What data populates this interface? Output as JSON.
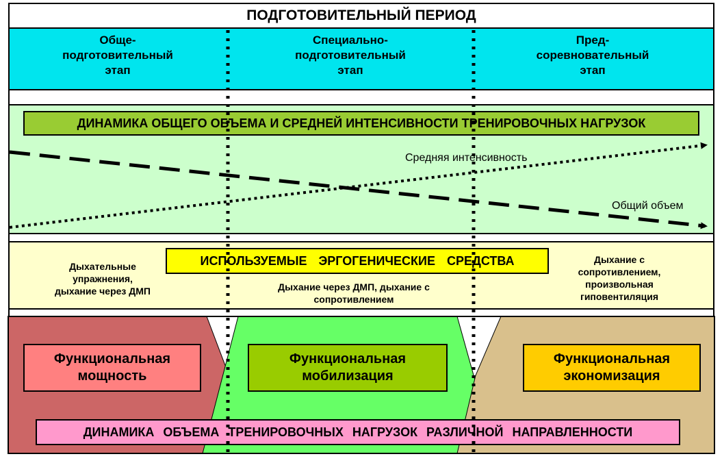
{
  "title": "ПОДГОТОВИТЕЛЬНЫЙ ПЕРИОД",
  "stages": [
    {
      "line1": "Обще-",
      "line2": "подготовительный",
      "line3": "этап"
    },
    {
      "line1": "Специально-",
      "line2": "подготовительный",
      "line3": "этап"
    },
    {
      "line1": "Пред-",
      "line2": "соревновательный",
      "line3": "этап"
    }
  ],
  "dynamics": {
    "banner": "ДИНАМИКА ОБЩЕГО ОБЪЕМА И СРЕДНЕЙ ИНТЕНСИВНОСТИ ТРЕНИРОВОЧНЫХ НАГРУЗОК",
    "intensity_label": "Средняя интенсивность",
    "volume_label": "Общий объем"
  },
  "ergogenic": {
    "banner": "ИСПОЛЬЗУЕМЫЕ ЭРГОГЕНИЧЕСКИЕ СРЕДСТВА",
    "left": {
      "line1": "Дыхательные",
      "line2": "упражнения,",
      "line3": "дыхание через ДМП"
    },
    "middle": {
      "line1": "Дыхание через ДМП, дыхание с",
      "line2": "сопротивлением"
    },
    "right": {
      "line1": "Дыхание с",
      "line2": "сопротивлением,",
      "line3": "произвольная",
      "line4": "гиповентиляция"
    }
  },
  "functions": [
    {
      "line1": "Функциональная",
      "line2": "мощность",
      "color": "#ff8080"
    },
    {
      "line1": "Функциональная",
      "line2": "мобилизация",
      "color": "#99cc00"
    },
    {
      "line1": "Функциональная",
      "line2": "экономизация",
      "color": "#ffcc00"
    }
  ],
  "bottom_banner": "ДИНАМИКА ОБЪЕМА ТРЕНИРОВОЧНЫХ НАГРУЗОК РАЗЛИЧНОЙ НАПРАВЛЕННОСТИ",
  "colors": {
    "header": "#00e5ee",
    "dynamics_zone": "#ccffcc",
    "ergogenic_zone": "#ffffcc",
    "power_zone": "#cc6666",
    "mobilization_zone": "#66ff66",
    "economization_zone": "#d9c08c"
  }
}
